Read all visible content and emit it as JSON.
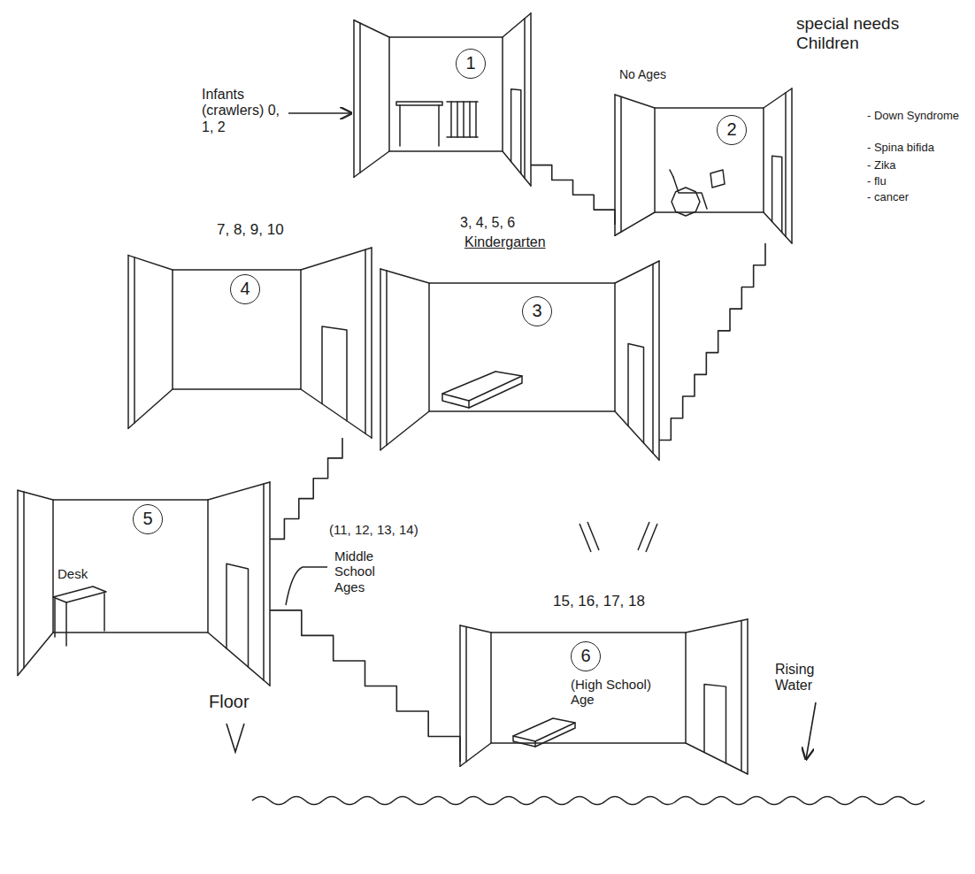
{
  "diagram": {
    "nodes": [
      {
        "text": [
          "1"
        ]
      },
      {
        "text": [
          "No Ages",
          "2"
        ]
      },
      {
        "text": [
          "3, 4, 5, 6",
          "Kindergarten",
          "3"
        ]
      },
      {
        "text": [
          "7, 8, 9, 10",
          "4"
        ]
      },
      {
        "text": [
          "5",
          "Desk"
        ]
      },
      {
        "text": [
          "15, 16, 17, 18",
          "6",
          "(High School) Age"
        ]
      }
    ],
    "edges": [
      {
        "from": 0,
        "to": 1,
        "arrow": "none"
      },
      {
        "from": 1,
        "to": 2,
        "arrow": "none"
      },
      {
        "from": 3,
        "to": 4,
        "arrow": "none"
      },
      {
        "from": 4,
        "to": 5,
        "arrow": "none"
      }
    ],
    "labels": [
      "special needs Children",
      "- Down Syndrome",
      "- Spina bifida",
      "- Zika",
      "- flu",
      "- cancer",
      "Infants (crawlers) 0, 1, 2",
      "(11, 12, 13, 14)",
      "Middle School Ages",
      "Floor",
      "Rising Water"
    ]
  }
}
